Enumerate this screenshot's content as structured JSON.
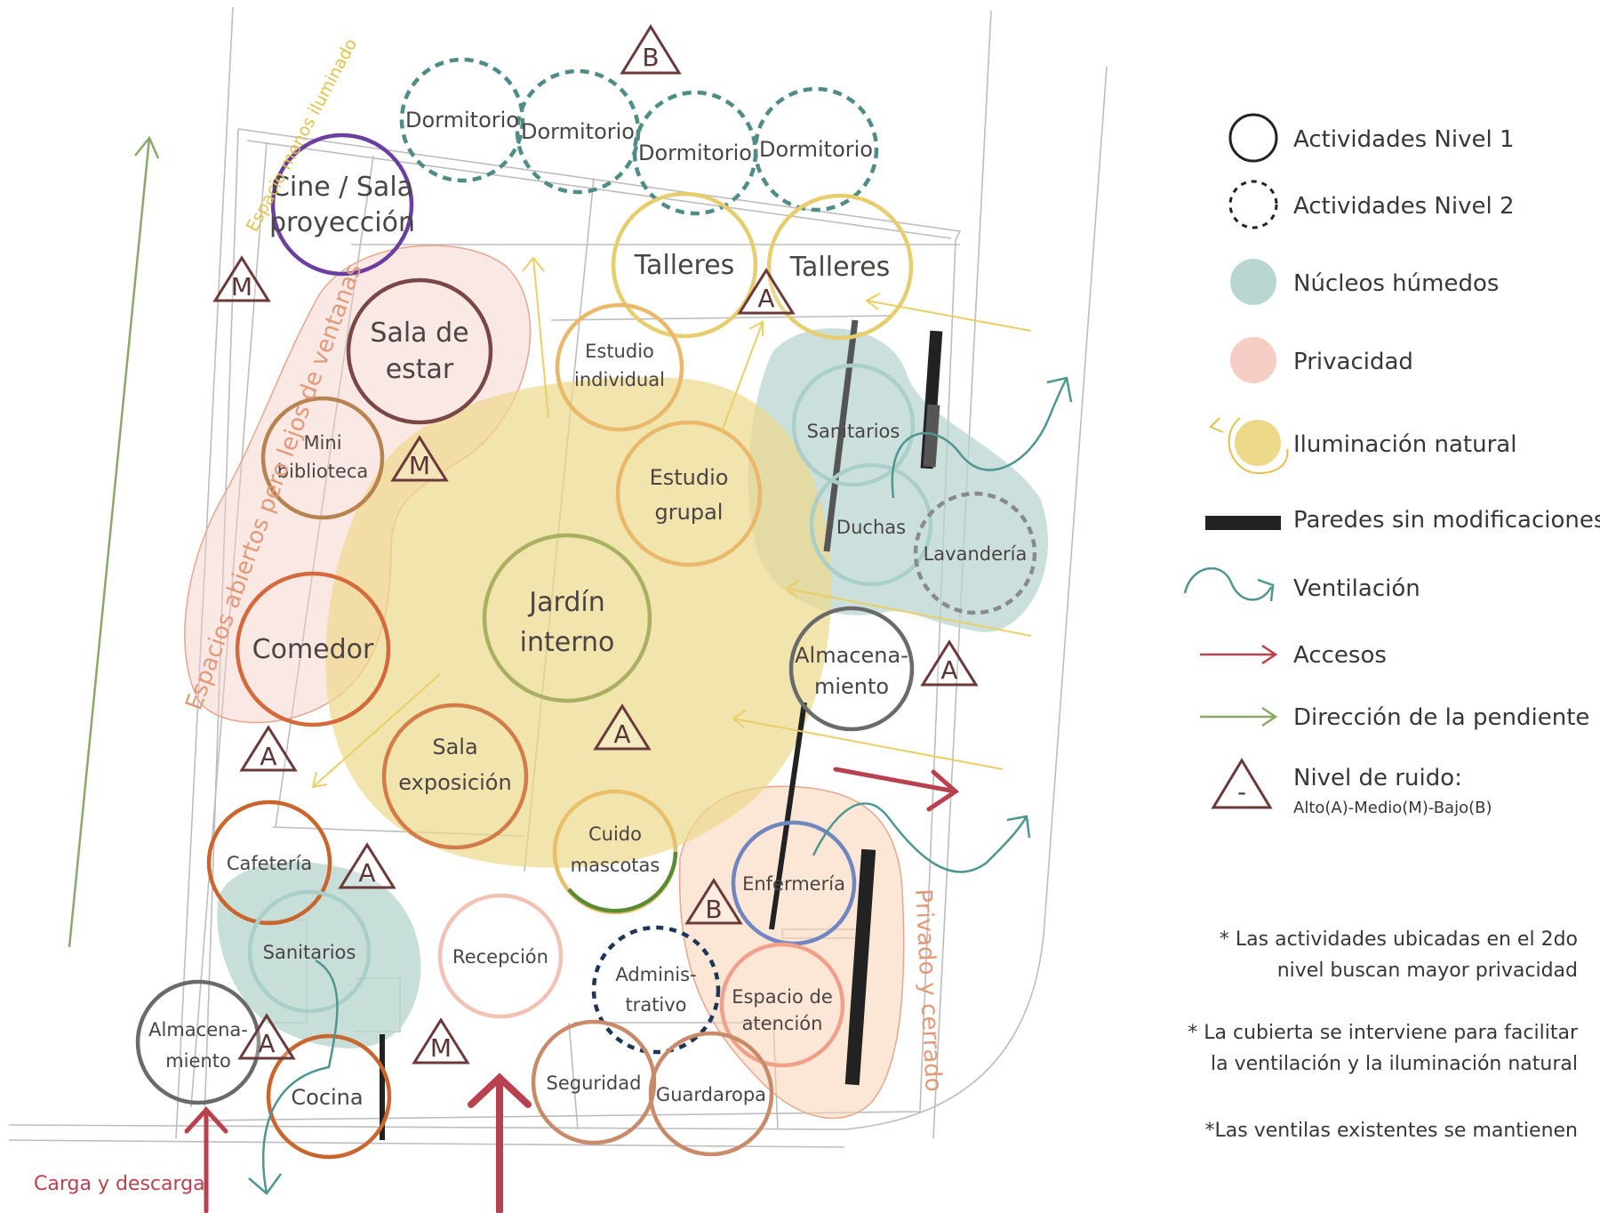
{
  "rooms": {
    "dormitorio_1": "Dormitorio",
    "dormitorio_2": "Dormitorio",
    "dormitorio_3": "Dormitorio",
    "dormitorio_4": "Dormitorio",
    "cine_l1": "Cine / Sala",
    "cine_l2": "proyección",
    "talleres_1": "Talleres",
    "talleres_2": "Talleres",
    "sala_estar_l1": "Sala de",
    "sala_estar_l2": "estar",
    "estudio_ind_l1": "Estudio",
    "estudio_ind_l2": "individual",
    "sanitarios_top": "Sanitarios",
    "mini_bib_l1": "Mini",
    "mini_bib_l2": "biblioteca",
    "estudio_grupal_l1": "Estudio",
    "estudio_grupal_l2": "grupal",
    "duchas": "Duchas",
    "lavanderia": "Lavandería",
    "comedor": "Comedor",
    "jardin_l1": "Jardín",
    "jardin_l2": "interno",
    "almacen_right_l1": "Almacena-",
    "almacen_right_l2": "miento",
    "sala_expo_l1": "Sala",
    "sala_expo_l2": "exposición",
    "cuido_l1": "Cuido",
    "cuido_l2": "mascotas",
    "cafeteria": "Cafetería",
    "enfermeria": "Enfermería",
    "sanitarios_bottom": "Sanitarios",
    "recepcion": "Recepción",
    "admin_l1": "Adminis-",
    "admin_l2": "trativo",
    "espacio_at_l1": "Espacio de",
    "espacio_at_l2": "atención",
    "almacen_left_l1": "Almacena-",
    "almacen_left_l2": "miento",
    "cocina": "Cocina",
    "seguridad": "Seguridad",
    "guardaropa": "Guardaropa"
  },
  "annotations": {
    "espacio_menos": "Espacio menos iluminado",
    "espacios_abiertos": "Espacios abiertos pero lejos de ventanas",
    "privado_cerrado": "Privado y cerrado",
    "carga_descarga": "Carga y descarga"
  },
  "noise_levels": [
    "B",
    "M",
    "A",
    "M",
    "A",
    "A",
    "A",
    "A",
    "B",
    "A",
    "M"
  ],
  "legend": {
    "nivel1": "Actividades Nivel 1",
    "nivel2": "Actividades Nivel 2",
    "nucleos": "Núcleos húmedos",
    "privacidad": "Privacidad",
    "iluminacion": "Iluminación natural",
    "paredes": "Paredes sin modificaciones",
    "ventilacion": "Ventilación",
    "accesos": "Accesos",
    "pendiente": "Dirección de la pendiente",
    "ruido_title": "Nivel de ruido:",
    "ruido_sub": "Alto(A)-Medio(M)-Bajo(B)",
    "ruido_symbol": "-"
  },
  "notes": {
    "n1_l1": "* Las actividades ubicadas en el 2do",
    "n1_l2": "nivel buscan mayor privacidad",
    "n2_l1": "* La cubierta se interviene para facilitar",
    "n2_l2": "la ventilación y la iluminación  natural",
    "n3": "*Las ventilas existentes se mantienen"
  },
  "colors": {
    "nucleos_humedos": "#b9d6d0",
    "privacidad": "#f5cdc4",
    "iluminacion": "#ecd98a",
    "ventilacion": "#4f9590",
    "accesos": "#b8414f",
    "pendiente": "#8aa86a",
    "ruido": "#6a3a3a"
  }
}
